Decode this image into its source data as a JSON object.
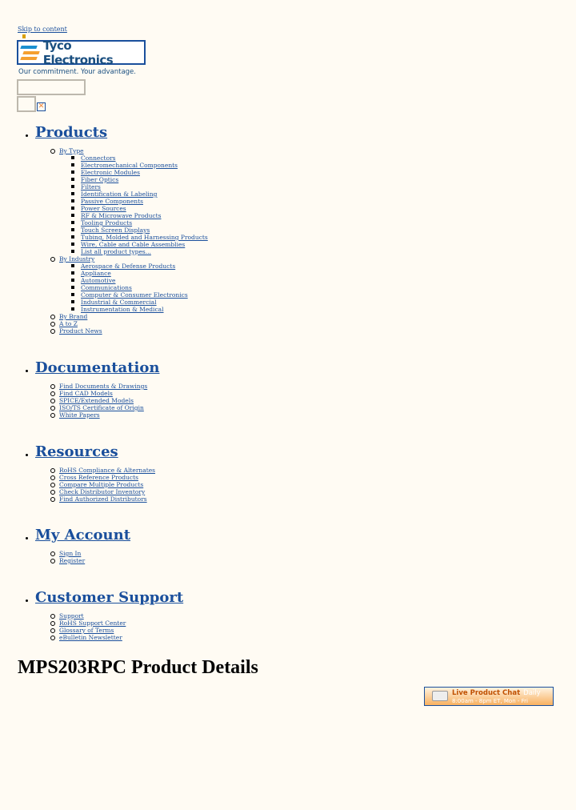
{
  "header": {
    "skip_link": "Skip to content",
    "logo_text": "Tyco Electronics",
    "tagline": "Our commitment. Your advantage.",
    "search_value": "",
    "logo_colors": [
      "#1a8fd0",
      "#f5a030"
    ]
  },
  "nav": [
    {
      "label": "Products",
      "items": [
        {
          "label": "By Type",
          "children": [
            "Connectors",
            "Electromechanical Components",
            "Electronic Modules",
            "Fiber Optics",
            "Filters",
            "Identification & Labeling",
            "Passive Components",
            "Power Sources",
            "RF & Microwave Products",
            "Tooling Products",
            "Touch Screen Displays",
            "Tubing, Molded and Harnessing Products",
            "Wire, Cable and Cable Assemblies",
            "List all product types..."
          ]
        },
        {
          "label": "By Industry",
          "children": [
            "Aerospace & Defense Products",
            "Appliance",
            "Automotive",
            "Communications",
            "Computer & Consumer Electronics",
            "Industrial & Commercial",
            "Instrumentation & Medical"
          ]
        },
        {
          "label": "By Brand"
        },
        {
          "label": "A to Z"
        },
        {
          "label": "Product News"
        }
      ]
    },
    {
      "label": "Documentation",
      "items": [
        {
          "label": "Find Documents & Drawings"
        },
        {
          "label": "Find CAD Models"
        },
        {
          "label": "SPICE/Extended Models"
        },
        {
          "label": "ISO/TS Certificate of Origin"
        },
        {
          "label": "White Papers"
        }
      ]
    },
    {
      "label": "Resources",
      "items": [
        {
          "label": "RoHS Compliance & Alternates"
        },
        {
          "label": "Cross Reference Products"
        },
        {
          "label": "Compare Multiple Products"
        },
        {
          "label": "Check Distributor Inventory"
        },
        {
          "label": "Find Authorized Distributors"
        }
      ]
    },
    {
      "label": "My Account",
      "items": [
        {
          "label": "Sign In"
        },
        {
          "label": "Register"
        }
      ]
    },
    {
      "label": "Customer Support",
      "items": [
        {
          "label": "Support"
        },
        {
          "label": "RoHS Support Center"
        },
        {
          "label": "Glossary of Terms"
        },
        {
          "label": "eBulletin Newsletter"
        }
      ]
    }
  ],
  "main": {
    "title": "MPS203RPC Product Details",
    "chat": {
      "title": "Live Product Chat",
      "suffix": "Daily",
      "hours": "8:00am - 8pm ET, Mon - Fri"
    }
  }
}
